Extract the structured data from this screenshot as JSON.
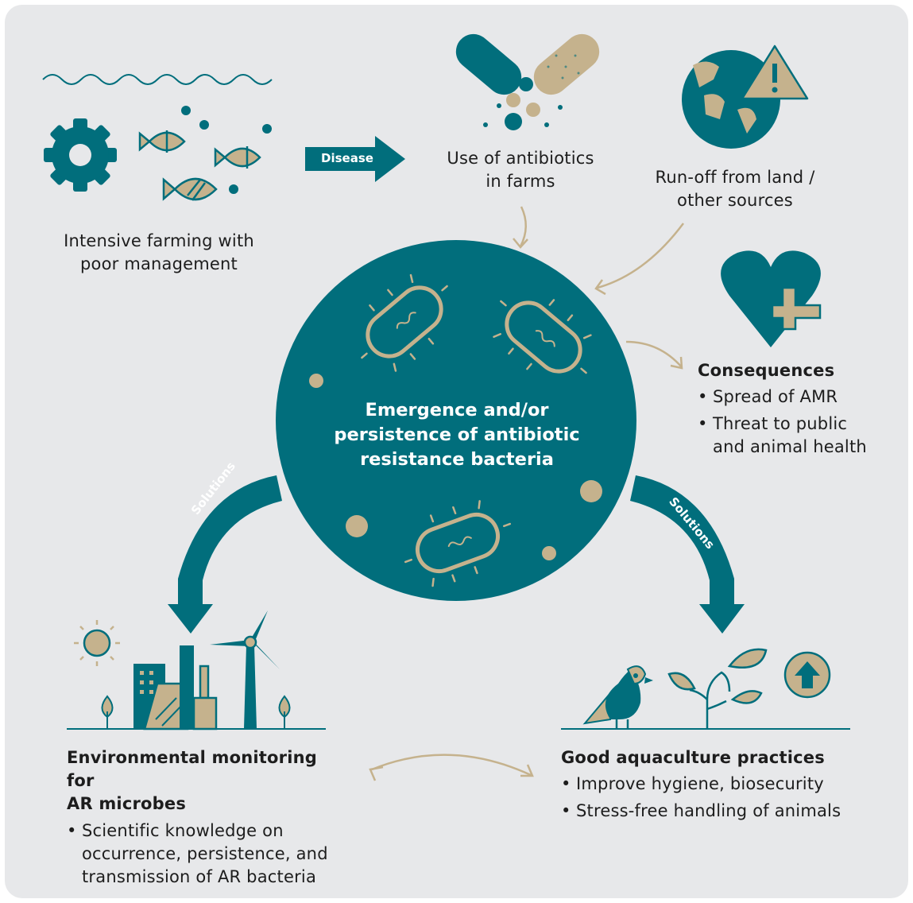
{
  "colors": {
    "teal": "#016e7c",
    "tan": "#c5b28d",
    "background": "#e7e8ea",
    "text": "#1d1d1d"
  },
  "intensive_farming": {
    "label_line1": "Intensive farming with",
    "label_line2": "poor management",
    "icons": [
      "gear-icon",
      "fish-icon",
      "wave-icon"
    ]
  },
  "disease_arrow": {
    "label": "Disease"
  },
  "antibiotics": {
    "label_line1": "Use of antibiotics",
    "label_line2": "in farms",
    "icons": [
      "capsule-icon"
    ]
  },
  "runoff": {
    "label_line1": "Run-off from land /",
    "label_line2": "other sources",
    "icons": [
      "globe-icon",
      "warning-icon"
    ]
  },
  "center": {
    "line1": "Emergence and/or",
    "line2": "persistence of antibiotic",
    "line3": "resistance bacteria",
    "icons": [
      "bacteria-icon"
    ]
  },
  "consequences": {
    "title": "Consequences",
    "items": [
      "Spread of AMR",
      "Threat to public and animal health"
    ],
    "icons": [
      "heart-health-icon"
    ]
  },
  "solutions_arrows": {
    "left_label": "Solutions",
    "right_label": "Solutions"
  },
  "monitoring": {
    "title_line1": "Environmental monitoring for",
    "title_line2": "AR microbes",
    "items": [
      "Scientific knowledge on occurrence, persistence, and transmission of AR bacteria"
    ],
    "icons": [
      "sun-icon",
      "factory-icon",
      "wind-turbine-icon",
      "tree-icon"
    ]
  },
  "practices": {
    "title": "Good aquaculture practices",
    "items": [
      "Improve hygiene, biosecurity",
      "Stress-free handling of animals"
    ],
    "icons": [
      "bird-icon",
      "plant-icon",
      "up-arrow-icon"
    ]
  }
}
